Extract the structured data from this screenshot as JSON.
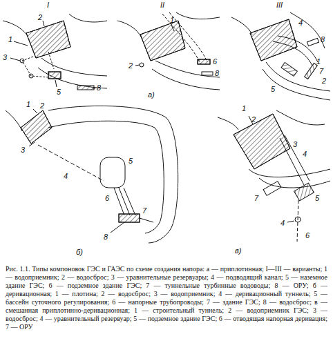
{
  "diagram": {
    "caption": "Рис. 1.1. Типы компоновок ГЭС и ГАЭС по схеме создания напора: а — приплотинная; I—III — варианты; 1 — водоприемник; 2 — водосброс; 3 — уравнительные резервуары; 4 — подводящий канал; 5 — наземное здание ГЭС; 6 — подземное здание ГЭС; 7 — туннельные турбинные водоводы; 8 — ОРУ; б — деривационная; 1 — плотина; 2 — водосброс; 3 — водоприемник; 4 — деривационный туннель; 5 — бассейн суточного регулирования; 6 — напорные трубопроводы; 7 — здание ГЭС; 8 — водосброс; в — смешанная приплотинно-деривационная; 1 — строительный туннель; 2 — водоприемник ГЭС; 3 — водосброс; 4 — уравнительный резервуар; 5 — подземное здание ГЭС; 6 — отводящая напорная деривация; 7 — ОРУ",
    "labels": [
      "I",
      "1",
      "2",
      "3",
      "5",
      "8",
      "II",
      "1",
      "2",
      "6",
      "8",
      "а)",
      "III",
      "4",
      "8",
      "1",
      "7",
      "2",
      "5",
      "1",
      "2",
      "3",
      "4",
      "5",
      "6",
      "7",
      "8",
      "б)",
      "1",
      "2",
      "3",
      "4",
      "7",
      "5",
      "4",
      "6",
      "в)"
    ]
  }
}
